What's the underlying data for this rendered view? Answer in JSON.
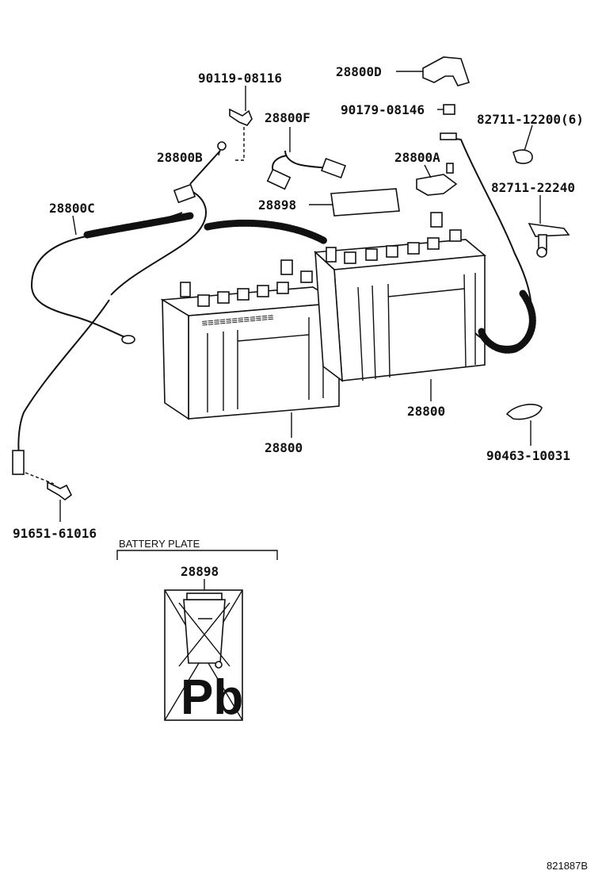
{
  "diagram": {
    "part_labels": [
      {
        "id": "p1",
        "text": "90119-08116"
      },
      {
        "id": "p2",
        "text": "28800D"
      },
      {
        "id": "p3",
        "text": "90179-08146"
      },
      {
        "id": "p4",
        "text": "82711-12200(6)"
      },
      {
        "id": "p5",
        "text": "28800F"
      },
      {
        "id": "p6",
        "text": "28800B"
      },
      {
        "id": "p7",
        "text": "28800A"
      },
      {
        "id": "p8",
        "text": "82711-22240"
      },
      {
        "id": "p9",
        "text": "28800C"
      },
      {
        "id": "p10",
        "text": "28898"
      },
      {
        "id": "p11",
        "text": "28800"
      },
      {
        "id": "p12",
        "text": "28800"
      },
      {
        "id": "p13",
        "text": "90463-10031"
      },
      {
        "id": "p14",
        "text": "91651-61016"
      }
    ],
    "plate_section": {
      "heading": "BATTERY PLATE",
      "part_number": "28898",
      "symbol_text": "Pb"
    },
    "figure_code": "821887B"
  }
}
